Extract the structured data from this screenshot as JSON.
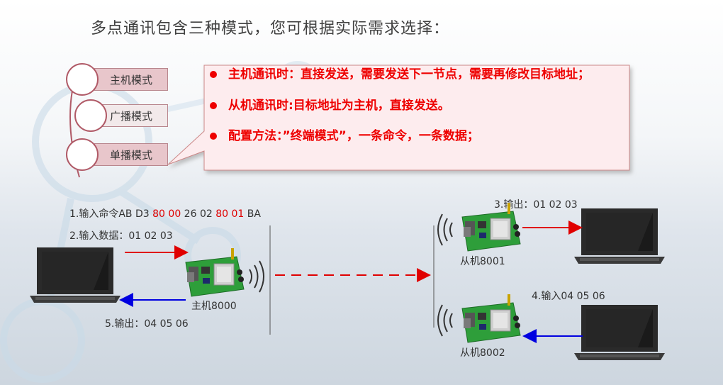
{
  "title": "多点通讯包含三种模式，您可根据实际需求选择：",
  "modes": [
    {
      "label": "主机模式"
    },
    {
      "label": "广播模式"
    },
    {
      "label": "单播模式"
    }
  ],
  "bullets": [
    {
      "text": "主机通讯时：直接发送，需要发送下一节点，需要再修改目标地址；"
    },
    {
      "text": "从机通讯时:目标地址为主机，直接发送。"
    },
    {
      "text": "配置方法：”终端模式”，一条命令，一条数据；"
    }
  ],
  "diagram": {
    "step1_prefix": "1.输入命令AB D3 ",
    "step1_h1": "80 00",
    "step1_mid": " 26 02 ",
    "step1_h2": "80 01",
    "step1_suffix": " BA",
    "step2": "2.输入数据：01 02 03",
    "step3": "3.输出：01 02 03",
    "step4": "4.输入04 05 06",
    "step5": "5.输出：04 05 06",
    "master_label": "主机8000",
    "slave1_label": "从机8001",
    "slave2_label": "从机8002"
  },
  "colors": {
    "red": "#e00000",
    "blue": "#0000e0",
    "accent": "#b05a67"
  }
}
